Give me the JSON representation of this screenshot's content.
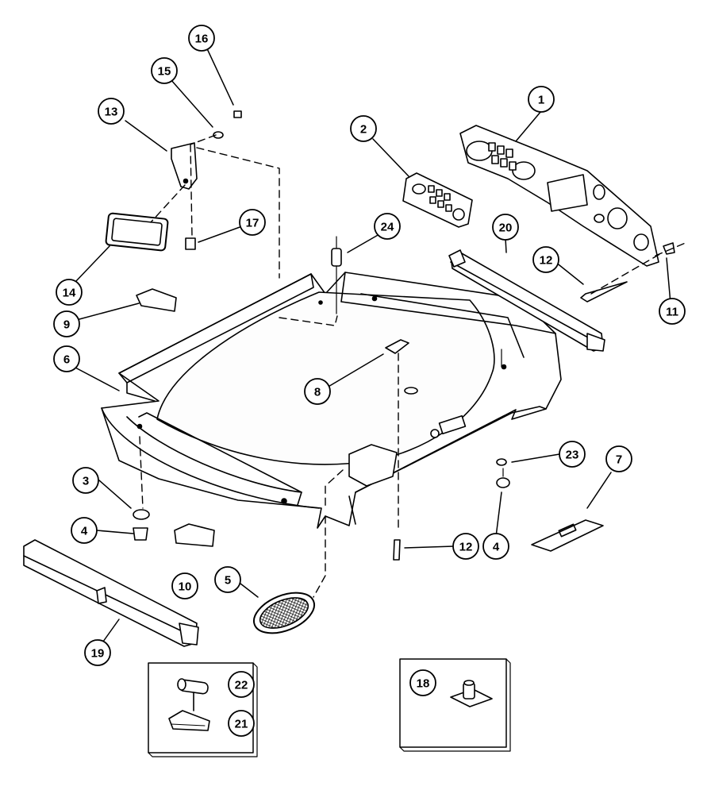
{
  "diagram": {
    "callouts": [
      {
        "id": "c1",
        "label": "1"
      },
      {
        "id": "c2",
        "label": "2"
      },
      {
        "id": "c3",
        "label": "3"
      },
      {
        "id": "c4a",
        "label": "4"
      },
      {
        "id": "c4b",
        "label": "4"
      },
      {
        "id": "c5",
        "label": "5"
      },
      {
        "id": "c6",
        "label": "6"
      },
      {
        "id": "c7",
        "label": "7"
      },
      {
        "id": "c8",
        "label": "8"
      },
      {
        "id": "c9",
        "label": "9"
      },
      {
        "id": "c10",
        "label": "10"
      },
      {
        "id": "c11",
        "label": "11"
      },
      {
        "id": "c12a",
        "label": "12"
      },
      {
        "id": "c12b",
        "label": "12"
      },
      {
        "id": "c13",
        "label": "13"
      },
      {
        "id": "c14",
        "label": "14"
      },
      {
        "id": "c15",
        "label": "15"
      },
      {
        "id": "c16",
        "label": "16"
      },
      {
        "id": "c17",
        "label": "17"
      },
      {
        "id": "c18",
        "label": "18"
      },
      {
        "id": "c19",
        "label": "19"
      },
      {
        "id": "c20",
        "label": "20"
      },
      {
        "id": "c21",
        "label": "21"
      },
      {
        "id": "c22",
        "label": "22"
      },
      {
        "id": "c23",
        "label": "23"
      },
      {
        "id": "c24",
        "label": "24"
      }
    ],
    "colors": {
      "ink": "#000000",
      "panel": "#f4f4f4",
      "inset": "#e8e8e8",
      "shadow": "#d9d9d9"
    }
  }
}
